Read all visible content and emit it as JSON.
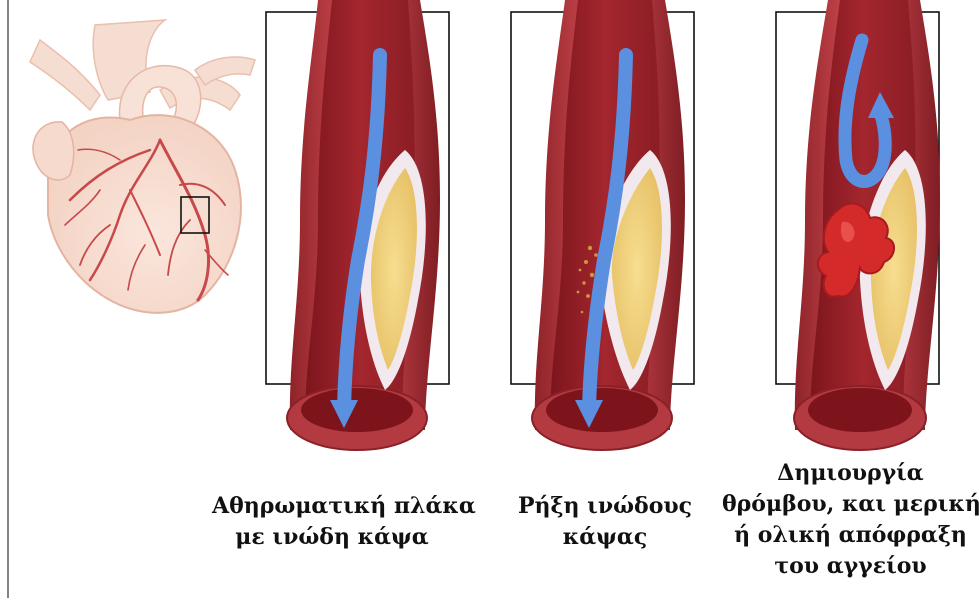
{
  "captions": {
    "plaque": [
      "Αθηρωματική πλάκα",
      "με ινώδη κάψα"
    ],
    "rupture": [
      "Ρήξη ινώδους",
      "κάψας"
    ],
    "thrombus": [
      "Δημιουργία",
      "θρόμβου, και μερική",
      "ή ολική απόφραξη",
      "του αγγείου"
    ]
  },
  "colors": {
    "vessel_wall": "#b7363d",
    "vessel_inner": "#7e1620",
    "lumen": "#a5282f",
    "plaque_fill": "#f1d27d",
    "plaque_rim": "#f2e9ee",
    "flow_arrow": "#5b8fe0",
    "thrombus": "#d42a2a",
    "heart_outline": "#eec3b4",
    "coronary": "#c7494a"
  }
}
